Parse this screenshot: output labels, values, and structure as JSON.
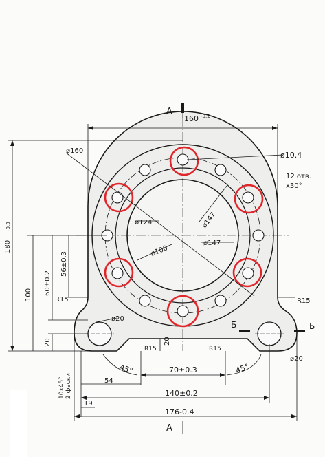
{
  "drawing": {
    "section_label_top": "A",
    "section_label_bottom": "A",
    "top_dim": "160",
    "top_dim_tol": "-0.2",
    "hole_dia_label": "ø10.4",
    "hole_count_label": "12 отв.",
    "hole_angle_label": "x30°",
    "outer_dia_label": "ø160",
    "bolt_circle_label": "ø147",
    "bolt_circle_label2": "ø147",
    "inner_dia_label": "ø124",
    "bore_dia_label": "ø100",
    "height_label": "180",
    "height_tol": "-0.3",
    "dim_100": "100",
    "dim_60": "60±0.2",
    "dim_56": "56±0.3",
    "dim_20": "20",
    "r15_left": "R15",
    "r15_right": "R15",
    "r15_bottom_left": "R15",
    "r15_bottom_right": "R15",
    "dim_20_vertical": "20",
    "mount_hole_left": "ø20",
    "mount_hole_right": "ø20",
    "angle_left": "45°",
    "angle_right": "45°",
    "dim_70": "70±0.3",
    "dim_54": "54",
    "dim_140": "140±0.2",
    "dim_19": "19",
    "dim_176": "176-0.4",
    "chamfer_label": "10x45°",
    "chamfer_label2": "2 фаски",
    "section_b_label": "Б",
    "section_b_label2": "Б",
    "highlight_color": "#e0262b",
    "line_color": "#1a1a1a"
  }
}
